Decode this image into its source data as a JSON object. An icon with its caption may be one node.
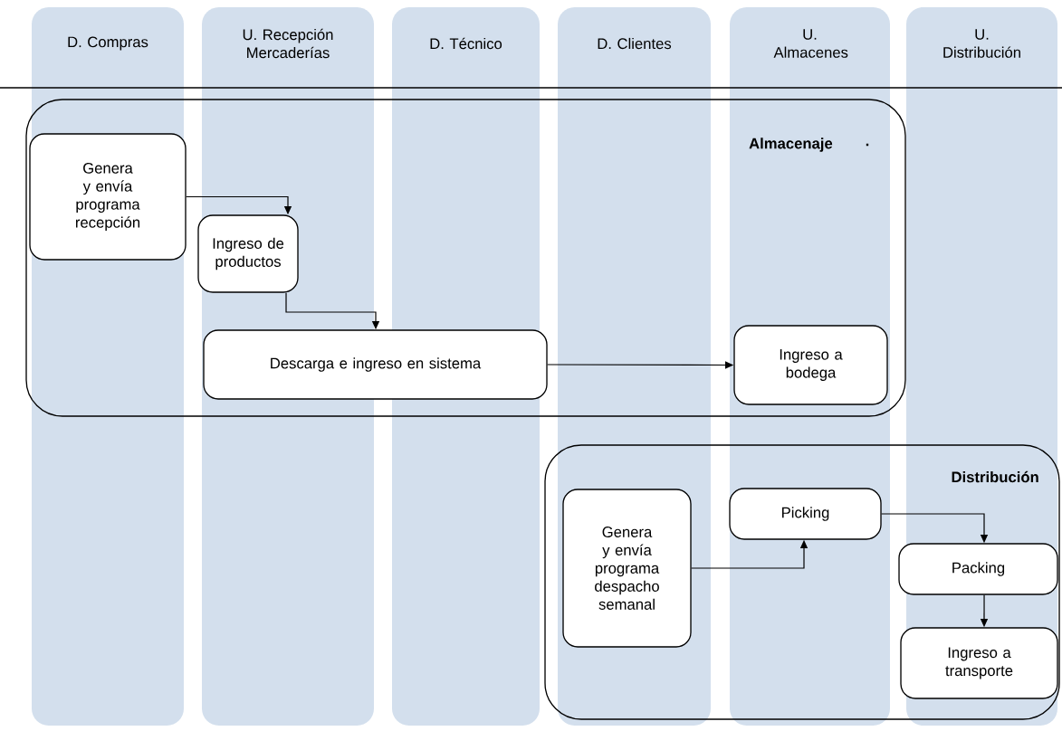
{
  "diagram": {
    "nodes": [
      {
        "text": [
          "D. Compras"
        ]
      },
      {
        "text": [
          "U. Recepción Mercaderías"
        ]
      },
      {
        "text": [
          "D. Técnico"
        ]
      },
      {
        "text": [
          "D. Clientes"
        ]
      },
      {
        "text": [
          "U. Almacenes"
        ]
      },
      {
        "text": [
          "U. Distribución"
        ]
      },
      {
        "text": [
          "Almacenaje"
        ]
      },
      {
        "text": [
          "Genera y envía programa recepción"
        ],
        "in": 6
      },
      {
        "text": [
          "Ingreso de productos"
        ],
        "in": 6
      },
      {
        "text": [
          "Descarga e ingreso en sistema"
        ],
        "in": 6
      },
      {
        "text": [
          "Ingreso a bodega"
        ],
        "in": 6
      },
      {
        "text": [
          "Distribución"
        ]
      },
      {
        "text": [
          "Genera y envía programa despacho semanal"
        ],
        "in": 11
      },
      {
        "text": [
          "Picking"
        ],
        "in": 11
      },
      {
        "text": [
          "Packing"
        ],
        "in": 11
      },
      {
        "text": [
          "Ingreso a transporte"
        ],
        "in": 11
      }
    ],
    "edges": [
      {
        "from": 7,
        "to": 8,
        "arrow": "to"
      },
      {
        "from": 8,
        "to": 9,
        "arrow": "to"
      },
      {
        "from": 9,
        "to": 10,
        "arrow": "to"
      },
      {
        "from": 12,
        "to": 13,
        "arrow": "to"
      },
      {
        "from": 13,
        "to": 14,
        "arrow": "to"
      },
      {
        "from": 14,
        "to": 15,
        "arrow": "to"
      }
    ],
    "labels": [
      "."
    ]
  }
}
